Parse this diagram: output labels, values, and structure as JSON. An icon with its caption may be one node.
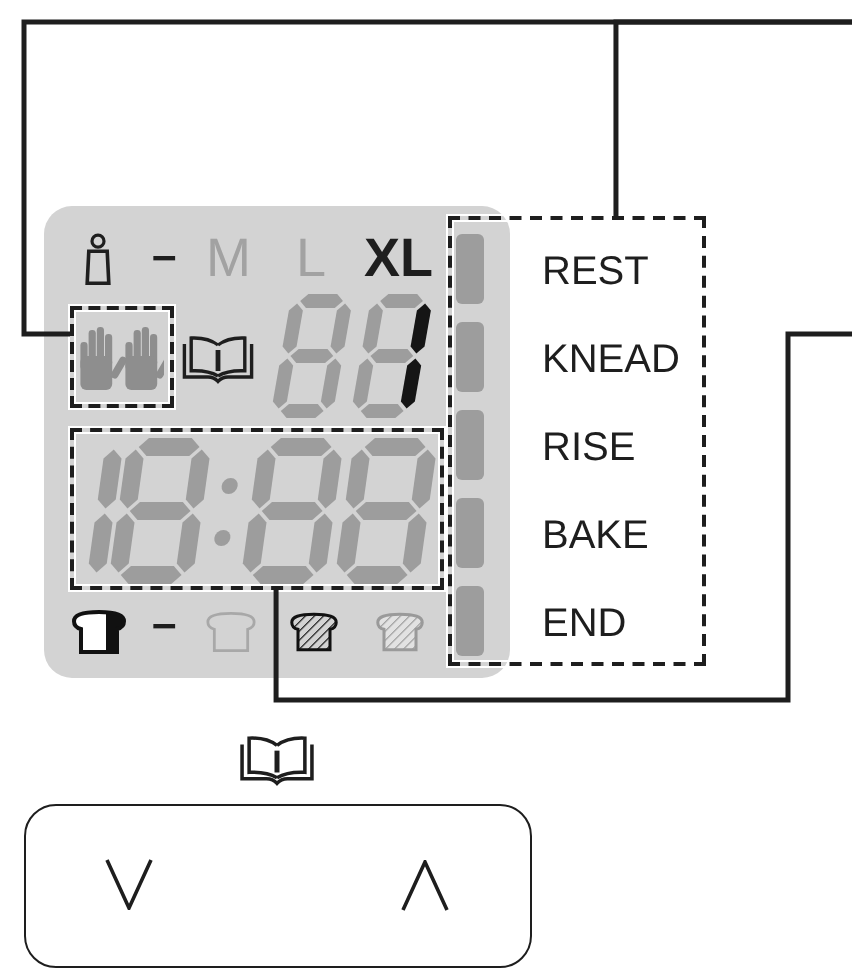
{
  "diagram": {
    "nodes": [
      {
        "text": [
          "–",
          "M",
          "L",
          "XL",
          "–"
        ]
      },
      {
        "text": [],
        "shape": "box",
        "in": 0
      },
      {
        "text": [],
        "shape": "box",
        "in": 0
      },
      {
        "text": [
          "REST",
          "KNEAD",
          "RISE",
          "BAKE",
          "END"
        ]
      },
      {
        "text": [],
        "shape": "box"
      }
    ],
    "edges": [
      {
        "from": null,
        "to": 1,
        "arrow": "none"
      },
      {
        "from": null,
        "to": 3,
        "arrow": "none"
      },
      {
        "from": null,
        "to": 2,
        "arrow": "none"
      }
    ]
  }
}
